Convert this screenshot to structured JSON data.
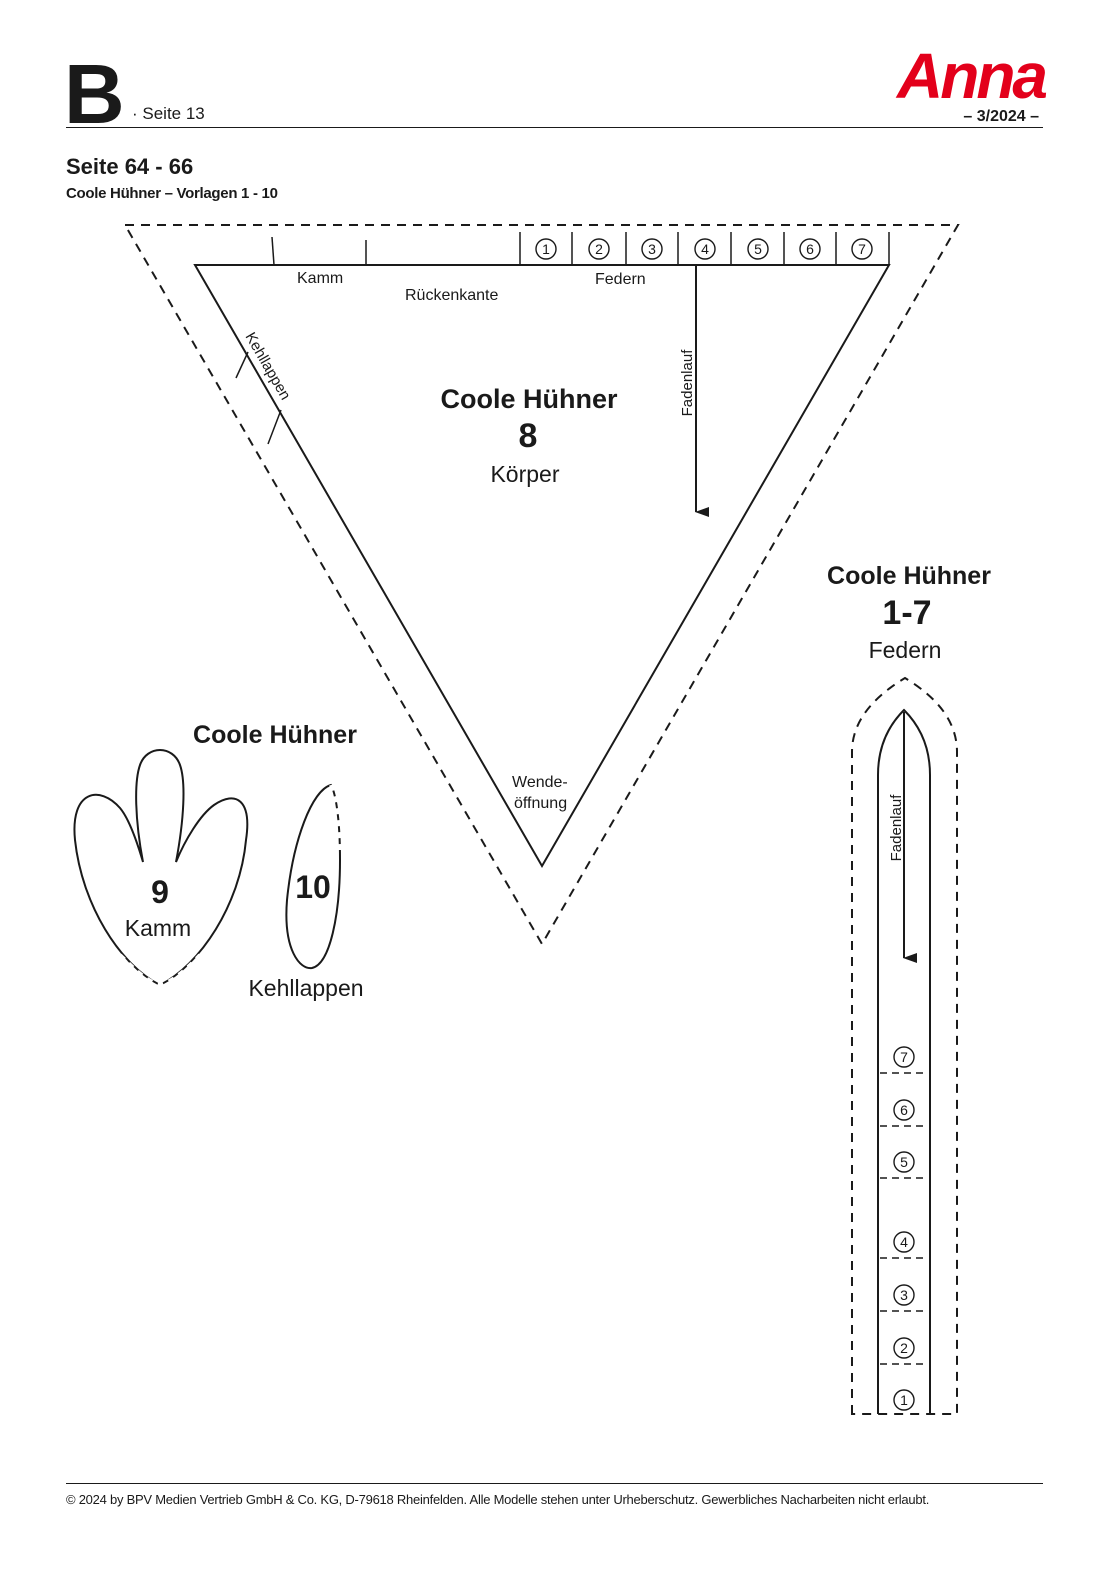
{
  "header": {
    "section_letter": "B",
    "page_ref": "· Seite 13",
    "brand": "Anna",
    "issue": "– 3/2024 –"
  },
  "section": {
    "title": "Seite 64 - 66",
    "subtitle": "Coole Hühner – Vorlagen 1 - 10"
  },
  "body_piece": {
    "title": "Coole Hühner",
    "number": "8",
    "name": "Körper",
    "labels": {
      "comb": "Kamm",
      "back_edge": "Rückenkante",
      "feathers": "Federn",
      "wattles": "Kehllappen",
      "grain": "Fadenlauf",
      "turning_gap_1": "Wende-",
      "turning_gap_2": "öffnung"
    },
    "markers": [
      "1",
      "2",
      "3",
      "4",
      "5",
      "6",
      "7"
    ]
  },
  "feather_piece": {
    "title": "Coole Hühner",
    "number": "1-7",
    "name": "Federn",
    "grain": "Fadenlauf",
    "markers": [
      "7",
      "6",
      "5",
      "4",
      "3",
      "2",
      "1"
    ]
  },
  "comb_group": {
    "title": "Coole Hühner",
    "comb_number": "9",
    "comb_name": "Kamm",
    "wattle_number": "10",
    "wattle_name": "Kehllappen"
  },
  "footer": {
    "copyright": "© 2024 by BPV Medien Vertrieb GmbH & Co. KG, D-79618 Rheinfelden. Alle Modelle stehen unter Urheberschutz. Gewerbliches Nacharbeiten nicht erlaubt."
  }
}
